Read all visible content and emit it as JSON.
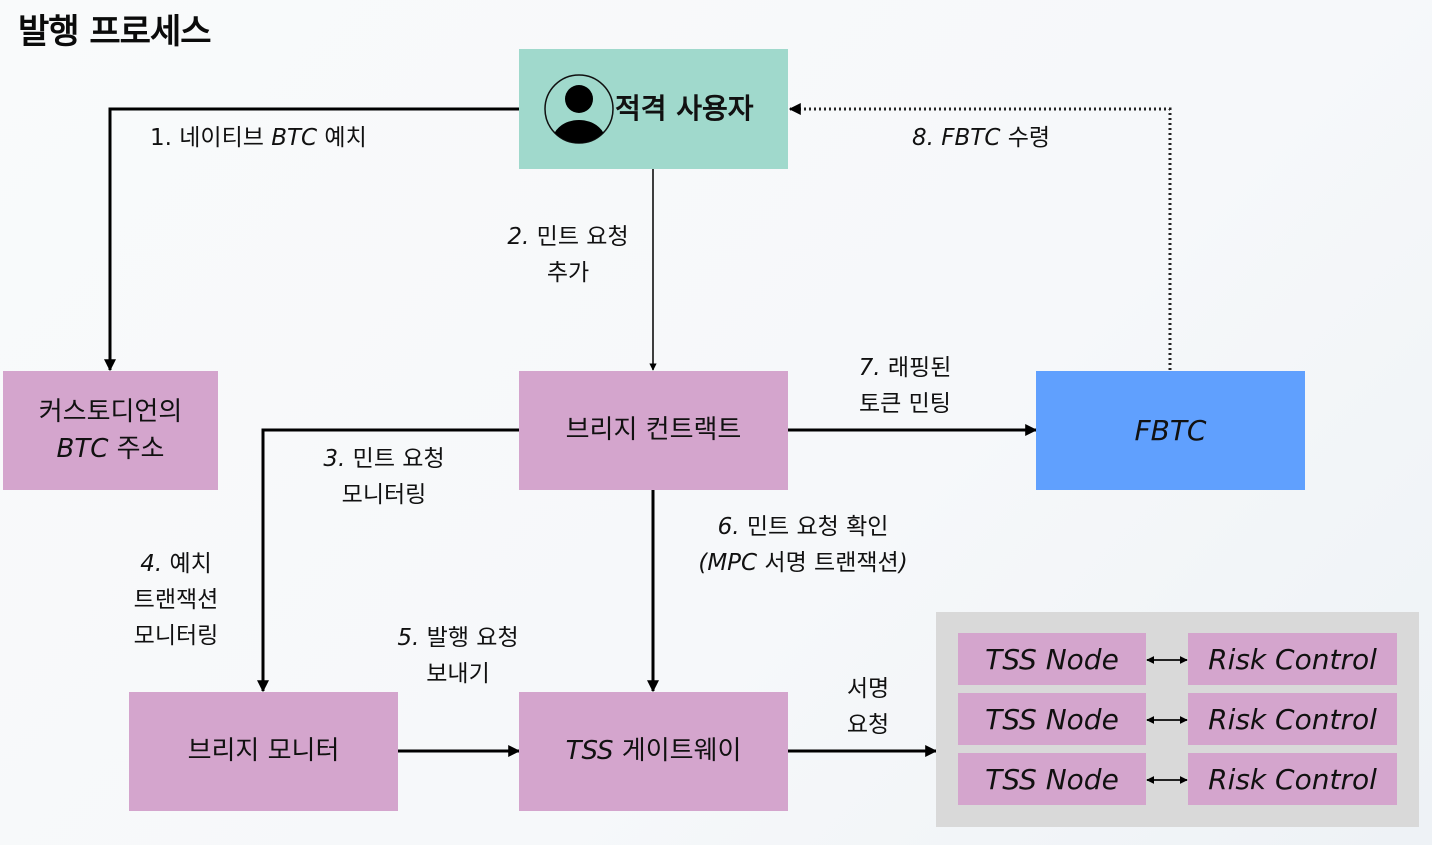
{
  "title": "발행 프로세스",
  "colors": {
    "user_box": "#a0d9cc",
    "component_box": "#d4a5cd",
    "fbtc_box": "#60a0fe",
    "node_panel": "#d9d9d9",
    "line": "#000000"
  },
  "nodes": {
    "user": {
      "label": "적격 사용자",
      "icon": "user-avatar-icon"
    },
    "custodian": {
      "line1": "커스토디언의",
      "line2_prefix": "BTC",
      "line2_suffix": " 주소"
    },
    "bridge_contract": {
      "label": "브리지 컨트랙트"
    },
    "fbtc": {
      "label": "FBTC"
    },
    "bridge_monitor": {
      "label": "브리지 모니터"
    },
    "tss_gateway": {
      "prefix": "TSS",
      "suffix": " 게이트웨이"
    },
    "tss_cluster": {
      "rows": [
        {
          "node": "TSS Node",
          "control": "Risk Control"
        },
        {
          "node": "TSS Node",
          "control": "Risk Control"
        },
        {
          "node": "TSS Node",
          "control": "Risk Control"
        }
      ]
    }
  },
  "steps": {
    "s1": {
      "num": "1.",
      "text_a": " 네이티브 ",
      "text_b": "BTC",
      "text_c": " 예치"
    },
    "s2": {
      "line1_num": "2.",
      "line1": " 민트 요청",
      "line2": "추가"
    },
    "s3": {
      "line1_num": "3.",
      "line1": " 민트 요청",
      "line2": "모니터링"
    },
    "s4": {
      "line1_num": "4.",
      "line1": " 예치",
      "line2": "트랜잭션",
      "line3": "모니터링"
    },
    "s5": {
      "line1_num": "5.",
      "line1": " 발행 요청",
      "line2": "보내기"
    },
    "s6": {
      "line1_num": "6.",
      "line1": " 민트 요청 확인",
      "line2_open": "(",
      "line2_mpc": "MPC",
      "line2": " 서명 트랜잭션",
      "line2_close": ")"
    },
    "s7": {
      "line1_num": "7.",
      "line1": " 래핑된",
      "line2": "토큰 민팅"
    },
    "s8": {
      "num": "8.",
      "text_a": " FBTC",
      "text_b": " 수령"
    },
    "sign": {
      "line1": "서명",
      "line2": "요청"
    }
  }
}
